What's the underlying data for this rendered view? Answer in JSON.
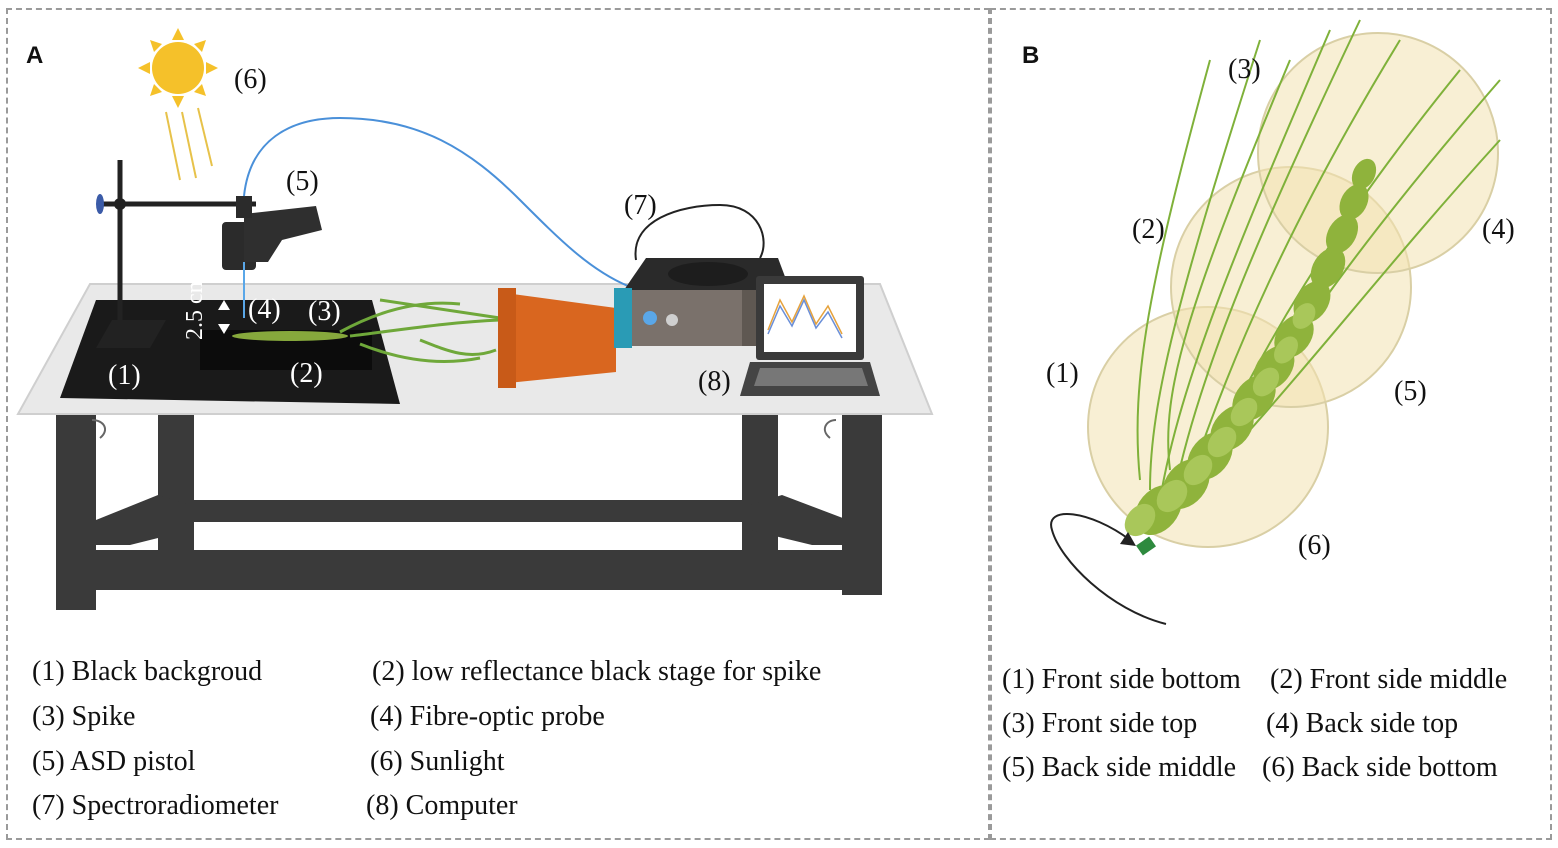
{
  "panel_a": {
    "letter": "A",
    "markers": {
      "m1": "(1)",
      "m2": "(2)",
      "m3": "(3)",
      "m4": "(4)",
      "m5": "(5)",
      "m6": "(6)",
      "m7": "(7)",
      "m8": "(8)"
    },
    "distance": "2.5 cm",
    "legend": [
      "(1) Black backgroud",
      "(2) low reflectance black stage for spike",
      "(3) Spike",
      "(4) Fibre-optic probe",
      "(5) ASD pistol",
      "(6) Sunlight",
      "(7) Spectroradiometer",
      "(8) Computer"
    ]
  },
  "panel_b": {
    "letter": "B",
    "markers": {
      "m1": "(1)",
      "m2": "(2)",
      "m3": "(3)",
      "m4": "(4)",
      "m5": "(5)",
      "m6": "(6)"
    },
    "legend": [
      "(1) Front side bottom",
      "(2) Front side middle",
      "(3) Front side top",
      "(4) Back side top",
      "(5) Back side middle",
      "(6) Back side bottom"
    ]
  },
  "colors": {
    "sun": "#f5c12a",
    "cable": "#4a90d9",
    "pot": "#d9661f",
    "table_top": "#e9e9e9",
    "table_frame": "#3a3a3a",
    "background_mat": "#1a1a1a",
    "device_teal": "#2a9bb5",
    "spike_green": "#8fb33c",
    "circle_fill": "#f3e2b0"
  }
}
